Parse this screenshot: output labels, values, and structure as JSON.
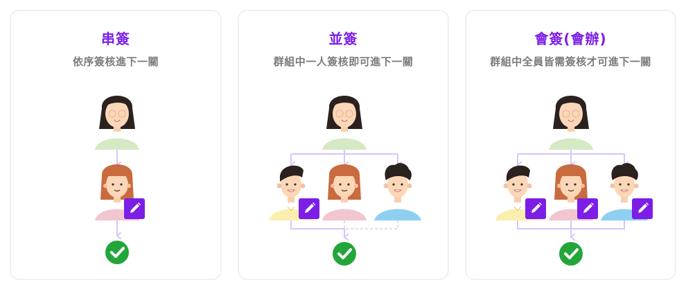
{
  "colors": {
    "accent": "#7c1ee6",
    "subtitle": "#7b7b7b",
    "connector": "#d9c4fb",
    "dashed_connector": "#cccccc",
    "check": "#22a63a",
    "card_border": "#f0f0f0"
  },
  "cards": [
    {
      "title": "串簽",
      "subtitle": "依序簽核進下一關",
      "approvers": [
        {
          "role": "initiator",
          "avatar": "woman-black-hair-glasses",
          "shirt": "#d4e9c4"
        },
        {
          "role": "approver",
          "avatar": "woman-red-hair",
          "shirt": "#f2c6cf",
          "edit_badge": true
        }
      ],
      "result_icon": "check-circle-icon"
    },
    {
      "title": "並簽",
      "subtitle": "群組中一人簽核即可進下一關",
      "approvers": [
        {
          "role": "initiator",
          "avatar": "woman-black-hair-glasses",
          "shirt": "#d4e9c4"
        },
        {
          "role": "approver",
          "avatar": "man-black-hair",
          "shirt": "#fbefb0",
          "edit_badge": true
        },
        {
          "role": "approver",
          "avatar": "woman-red-hair",
          "shirt": "#f2c6cf",
          "edit_badge": false
        },
        {
          "role": "approver",
          "avatar": "man-curly-hair",
          "shirt": "#8fd0f2",
          "edit_badge": false
        }
      ],
      "result_icon": "check-circle-icon"
    },
    {
      "title": "會簽(會辦)",
      "subtitle": "群組中全員皆需簽核才可進下一關",
      "approvers": [
        {
          "role": "initiator",
          "avatar": "woman-black-hair-glasses",
          "shirt": "#d4e9c4"
        },
        {
          "role": "approver",
          "avatar": "man-black-hair",
          "shirt": "#fbefb0",
          "edit_badge": true
        },
        {
          "role": "approver",
          "avatar": "woman-red-hair",
          "shirt": "#f2c6cf",
          "edit_badge": true
        },
        {
          "role": "approver",
          "avatar": "man-curly-hair",
          "shirt": "#8fd0f2",
          "edit_badge": true
        }
      ],
      "result_icon": "check-circle-icon"
    }
  ]
}
